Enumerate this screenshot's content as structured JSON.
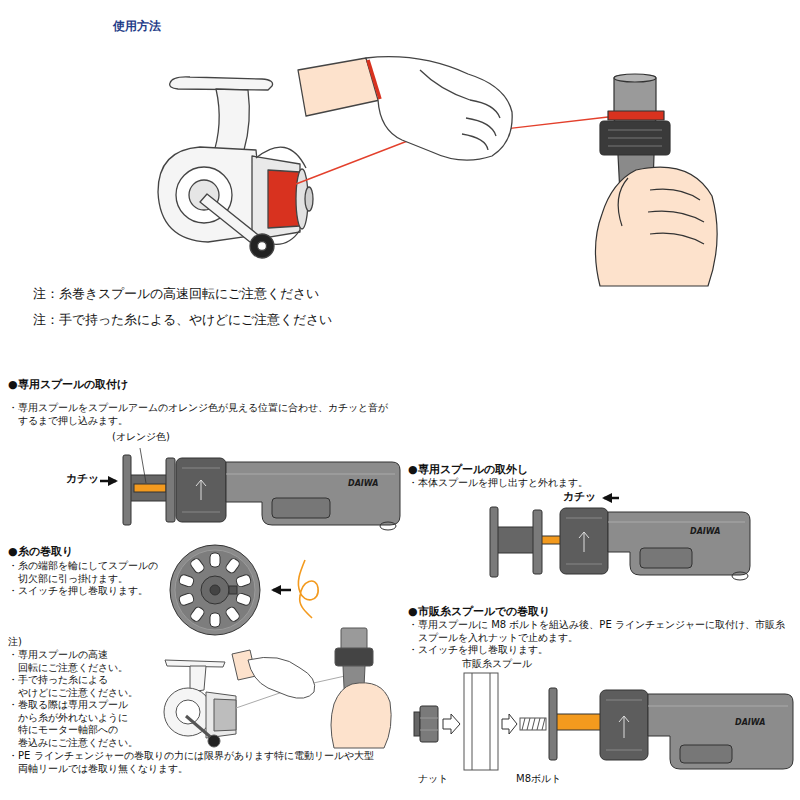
{
  "diagram": {
    "title": "使用方法",
    "labels": [
      "注：糸巻きスプールの高速回転にご注意ください",
      "注：手で持った糸による、やけどにご注意ください",
      "●専用スプールの取付け",
      "・専用スプールをスプールアームのオレンジ色が見える位置に合わせ、カチッと音が するまで押し込みます。",
      "(オレンジ色)",
      "カチッ",
      "DAIWA",
      "●糸の巻取り",
      "・糸の端部を輪にしてスプールの 切欠部に引っ掛けます。",
      "・スイッチを押し巻取ります。",
      "注)",
      "・専用スプールの高速 回転にご注意ください。",
      "・手で持った糸による やけどにご注意ください。",
      "・巻取る際は専用スプール から糸が外れないように 特にモーター軸部への 巻込みにご注意ください。",
      "・PE ラインチェンジャーの巻取りの力には限界があります特に電動リールや大型 両軸リールでは巻取り無くなります。",
      "●専用スプールの取外し",
      "・本体スプールを押し出すと外れます。",
      "カチッ",
      "DAIWA",
      "●市販糸スプールでの巻取り",
      "・専用スプールに M8 ボルトを組込み後、PE ラインチェンジャーに取付け、市販糸 スプールを入れナットで止めます。",
      "・スイッチを押し巻取ります。",
      "市販糸スプール",
      "ナット",
      "M8ボルト",
      "DAIWA"
    ]
  }
}
